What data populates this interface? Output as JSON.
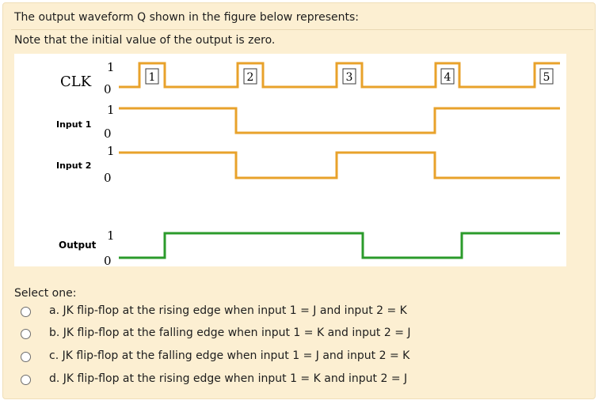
{
  "question": {
    "text": "The output waveform Q shown in the figure below represents:",
    "note": "Note that the initial value of the output is zero."
  },
  "figure": {
    "signals": [
      {
        "name": "CLK",
        "high": "1",
        "low": "0"
      },
      {
        "name": "Input 1",
        "high": "1",
        "low": "0"
      },
      {
        "name": "Input 2",
        "high": "1",
        "low": "0"
      },
      {
        "name": "Output",
        "high": "1",
        "low": "0"
      }
    ],
    "pulse_numbers": [
      "1",
      "2",
      "3",
      "4",
      "5"
    ],
    "colors": {
      "clk": "#e8a22b",
      "inputs": "#e8a22b",
      "output": "#2b9b2b",
      "pulse_box": "#3a3a3a"
    }
  },
  "select_label": "Select one:",
  "options": [
    {
      "letter": "a.",
      "text": "JK flip-flop at the rising edge when input 1 = J and input 2 = K"
    },
    {
      "letter": "b.",
      "text": "JK flip-flop at the falling edge when input 1 = K and input 2 = J"
    },
    {
      "letter": "c.",
      "text": "JK flip-flop at the falling edge when input 1 = J and input 2 = K"
    },
    {
      "letter": "d.",
      "text": "JK flip-flop at the rising edge when input 1 = K and input 2 = J"
    }
  ]
}
